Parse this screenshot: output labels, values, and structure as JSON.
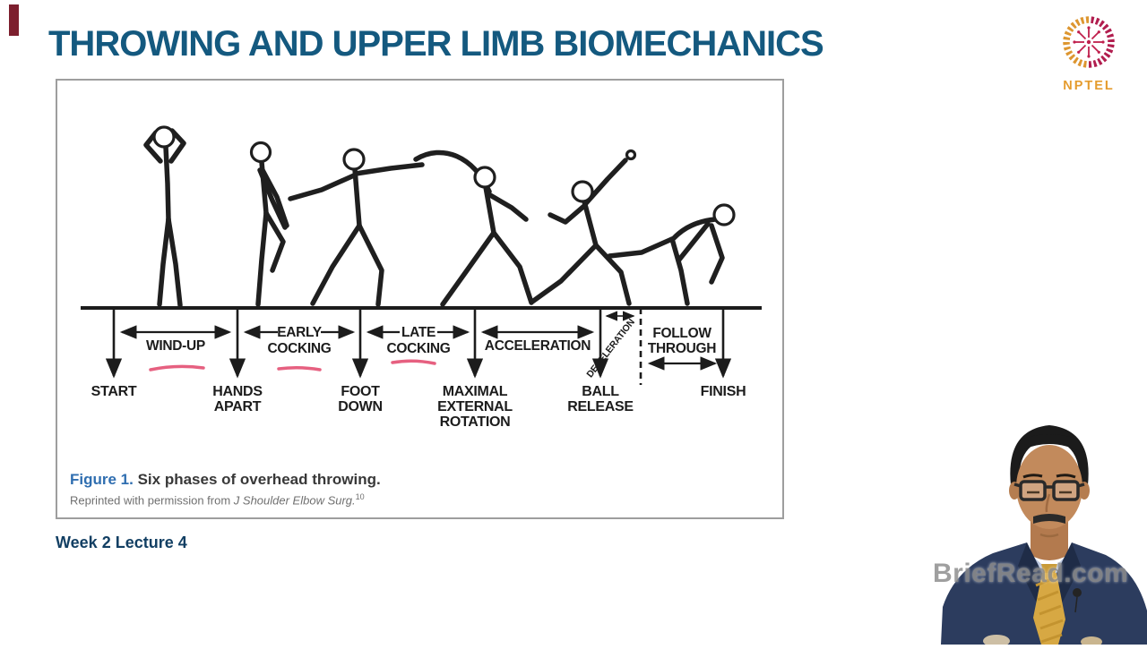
{
  "slide": {
    "title": "THROWING AND UPPER LIMB BIOMECHANICS",
    "week_label": "Week 2 Lecture 4"
  },
  "logo": {
    "text": "NPTEL"
  },
  "figure": {
    "caption": {
      "label": "Figure 1.",
      "text": " Six phases of overhead throwing.",
      "reprint_prefix": "Reprinted with permission from ",
      "reprint_source": "J Shoulder Elbow Surg.",
      "reprint_superscript": "10"
    },
    "phases": [
      {
        "label": "WIND-UP"
      },
      {
        "lines": [
          "EARLY",
          "COCKING"
        ]
      },
      {
        "lines": [
          "LATE",
          "COCKING"
        ]
      },
      {
        "label": "ACCELERATION"
      },
      {
        "label": "DECELERATION"
      },
      {
        "lines": [
          "FOLLOW",
          "THROUGH"
        ]
      }
    ],
    "events": [
      {
        "lines": [
          "START"
        ]
      },
      {
        "lines": [
          "HANDS",
          "APART"
        ]
      },
      {
        "lines": [
          "FOOT",
          "DOWN"
        ]
      },
      {
        "lines": [
          "MAXIMAL",
          "EXTERNAL",
          "ROTATION"
        ]
      },
      {
        "lines": [
          "BALL",
          "RELEASE"
        ]
      },
      {
        "lines": [
          "FINISH"
        ]
      }
    ]
  },
  "watermark": {
    "text": "BriefRead.com"
  },
  "colors": {
    "title": "#14597f",
    "caption_label": "#2f6eb0",
    "annotation": "#e34f72",
    "logo_orange": "#dd9630",
    "logo_crimson": "#b11d4e",
    "accent_bar": "#7d1f2e"
  }
}
